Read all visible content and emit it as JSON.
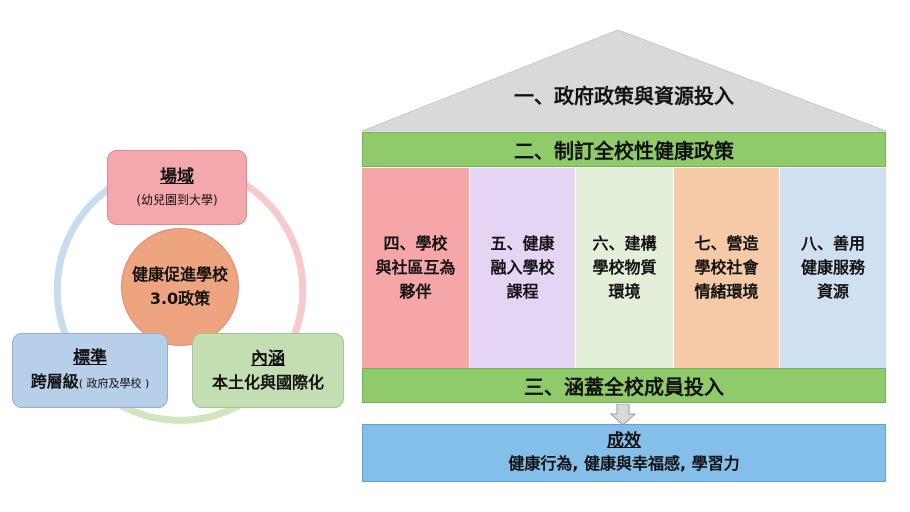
{
  "left_diagram": {
    "field_box": {
      "title": "場域",
      "subtitle": "(幼兒園到大學)",
      "color": "#f4a8ab"
    },
    "center": {
      "line1": "健康促進學校",
      "line2": "3.0政策",
      "color": "#eea47f"
    },
    "standard_box": {
      "title": "標準",
      "line": "跨層級",
      "note": "( 政府及學校 )",
      "color": "#b7cfe8"
    },
    "content_box": {
      "title": "內涵",
      "line": "本土化與國際化",
      "color": "#c3deb0"
    }
  },
  "house": {
    "roof": {
      "label": "一、政府政策與資源投入",
      "color": "#d9d9d9"
    },
    "policy_band": {
      "label": "二、制訂全校性健康政策",
      "color": "#8fca6b"
    },
    "pillars": [
      {
        "line1": "四、學校",
        "line2": "與社區互為",
        "line3": "夥伴",
        "color": "#f6a6a7"
      },
      {
        "line1": "五、健康",
        "line2": "融入學校",
        "line3": "課程",
        "color": "#e4d5f5"
      },
      {
        "line1": "六、建構",
        "line2": "學校物質",
        "line3": "環境",
        "color": "#e3efd9"
      },
      {
        "line1": "七、營造",
        "line2": "學校社會",
        "line3": "情緒環境",
        "color": "#f6c9a7"
      },
      {
        "line1": "八、善用",
        "line2": "健康服務",
        "line3": "資源",
        "color": "#cfe0f0"
      }
    ],
    "staff_band": {
      "label": "三、涵蓋全校成員投入",
      "color": "#8fca6b"
    },
    "outcome": {
      "title": "成效",
      "subtitle": "健康行為, 健康與幸福感, 學習力",
      "color": "#84bfe9"
    }
  }
}
